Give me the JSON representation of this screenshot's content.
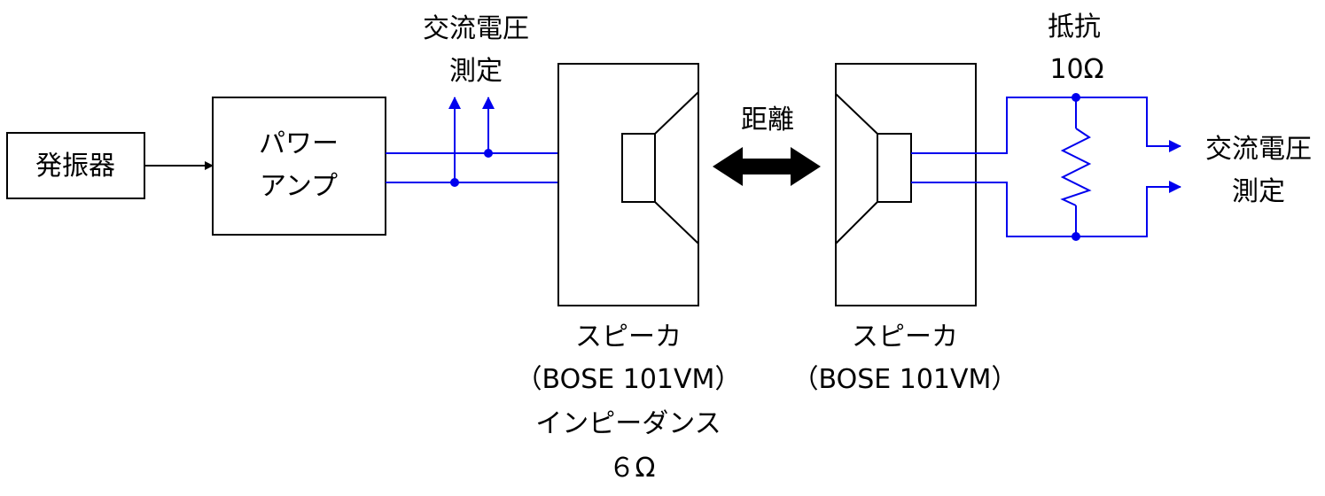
{
  "colors": {
    "wire": "#0000ee",
    "outline": "#000000",
    "background": "#ffffff"
  },
  "oscillator": {
    "label": "発振器"
  },
  "power_amp": {
    "label_line1": "パワー",
    "label_line2": "アンプ"
  },
  "ac_voltage_measure_left": {
    "line1": "交流電圧",
    "line2": "測定"
  },
  "speaker_left": {
    "line1": "スピーカ",
    "line2": "（BOSE 101VM）",
    "line3": "インピーダンス",
    "line4": "６Ω"
  },
  "distance": {
    "label": "距離"
  },
  "speaker_right": {
    "line1": "スピーカ",
    "line2": "（BOSE 101VM）"
  },
  "resistor": {
    "line1": "抵抗",
    "line2": "10Ω"
  },
  "ac_voltage_measure_right": {
    "line1": "交流電圧",
    "line2": "測定"
  }
}
